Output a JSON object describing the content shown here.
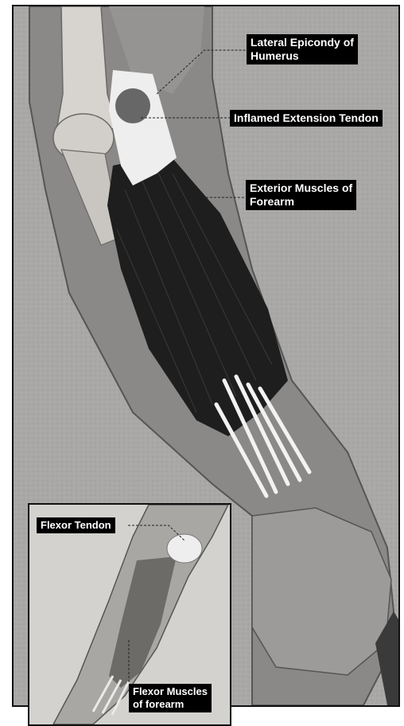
{
  "colors": {
    "background": "#a9a8a6",
    "arm_skin": "#8a8987",
    "muscle": "#1e1e1e",
    "tendon": "#eeeeee",
    "bone": "#d7d4cf",
    "label_bg": "#000000",
    "label_text": "#ffffff"
  },
  "labels": {
    "lateral_epicondyle": "Lateral Epicondy of\nHumerus",
    "inflamed_tendon": "Inflamed Extension Tendon",
    "exterior_muscles": "Exterior Muscles of\nForearm"
  },
  "inset": {
    "flexor_tendon": "Flexor Tendon",
    "flexor_muscles": "Flexor Muscles\nof forearm"
  }
}
